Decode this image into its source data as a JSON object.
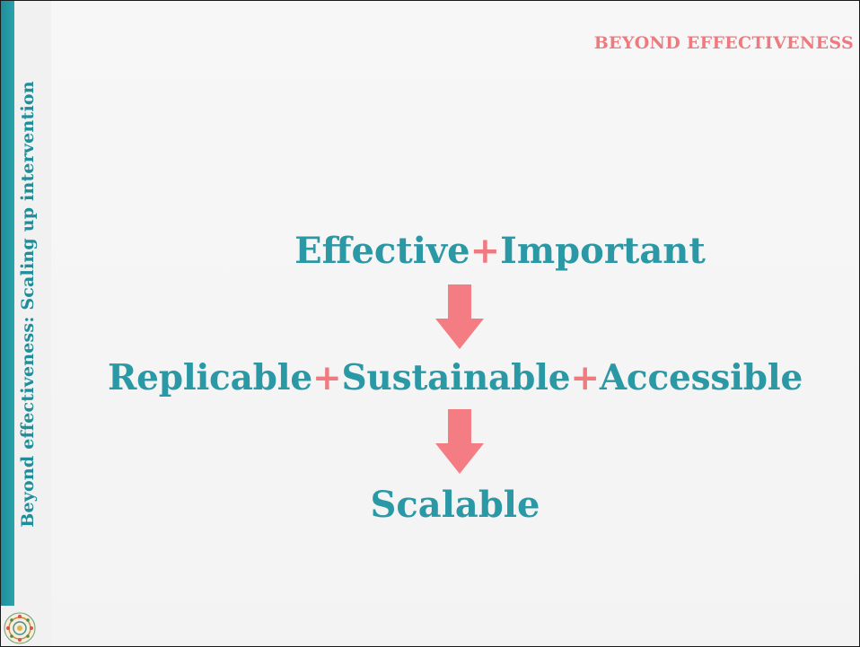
{
  "sidebar": {
    "title": "Beyond effectiveness: Scaling up intervention"
  },
  "header": {
    "section_title": "BEYOND EFFECTIVENESS"
  },
  "flow": {
    "step1": {
      "left": "Effective",
      "plus": "+",
      "right": "Important"
    },
    "step2": {
      "a": "Replicable",
      "plus1": "+",
      "b": "Sustainable",
      "plus2": "+",
      "c": "Accessible"
    },
    "step3": {
      "label": "Scalable"
    }
  },
  "colors": {
    "teal": "#2a98a5",
    "coral": "#f07a80",
    "arrow": "#f37d82",
    "sidebar_band": "#1f8e9a"
  },
  "icons": [
    "down-arrow-icon",
    "mandala-logo-icon"
  ]
}
